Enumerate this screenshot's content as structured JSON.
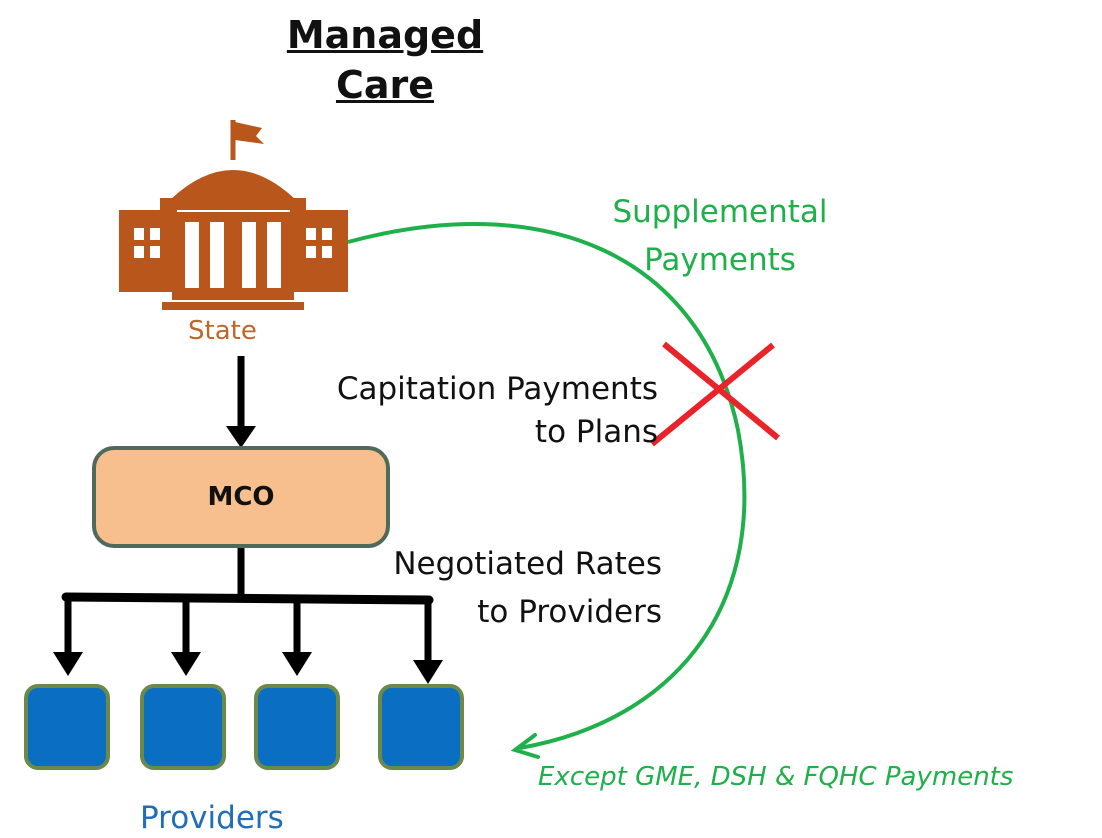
{
  "title": {
    "line1": "Managed",
    "line2": "Care"
  },
  "state": {
    "label": "State",
    "icon": "government-building-icon",
    "color": "#c0662a"
  },
  "mco": {
    "label": "MCO",
    "fill": "#f6bf8d"
  },
  "labels": {
    "capitation_line1": "Capitation Payments",
    "capitation_line2": "to Plans",
    "negotiated_line1": "Negotiated Rates",
    "negotiated_line2": "to Providers",
    "supplemental_line1": "Supplemental",
    "supplemental_line2": "Payments",
    "except": "Except GME, DSH & FQHC Payments",
    "providers": "Providers"
  },
  "colors": {
    "supplemental": "#20b04b",
    "cross": "#e8232a",
    "provider_fill": "#0a6ec2",
    "providers_text": "#1f6fb8"
  },
  "providers": [
    {
      "id": "provider-1"
    },
    {
      "id": "provider-2"
    },
    {
      "id": "provider-3"
    },
    {
      "id": "provider-4"
    }
  ]
}
